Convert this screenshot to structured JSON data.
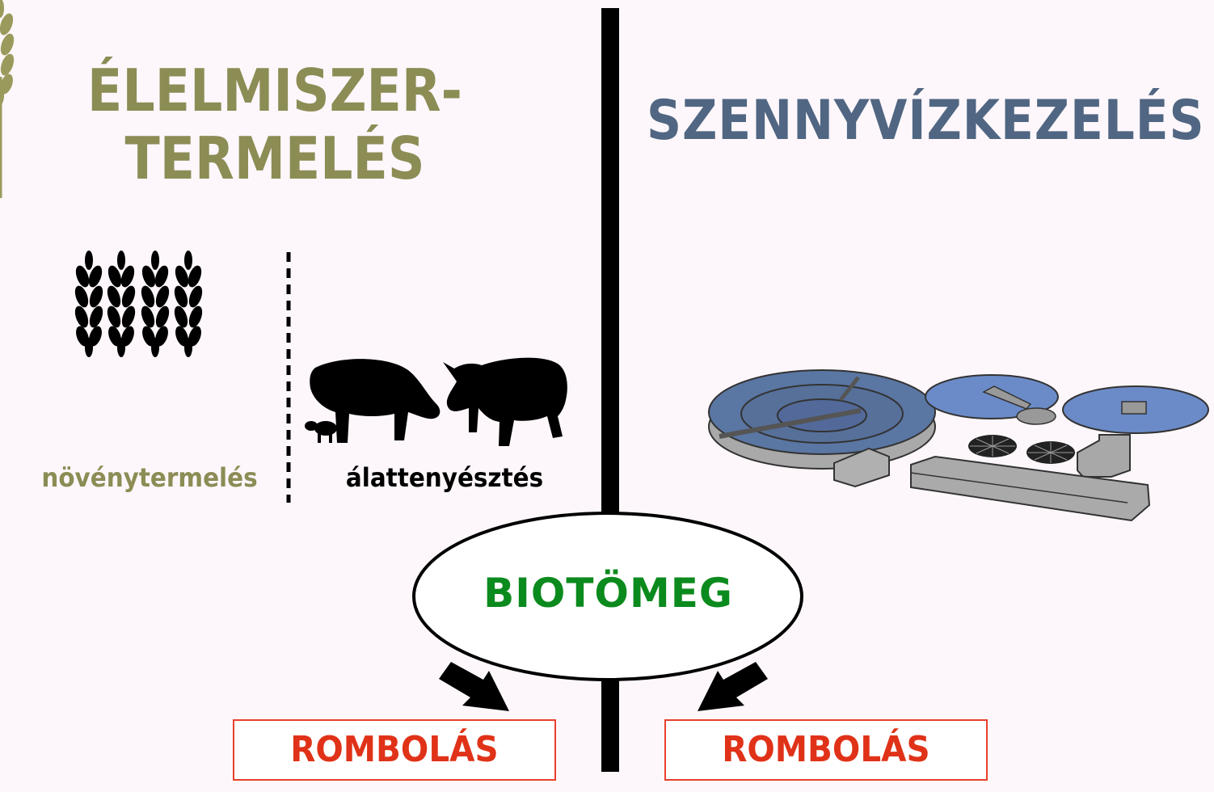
{
  "left_section": {
    "title_line1": "ÉLELMISZER-",
    "title_line2": "TERMELÉS",
    "plant_label": "növénytermelés",
    "animal_label": "álattenyésztés"
  },
  "right_section": {
    "title": "SZENNYVÍZKEZELÉS"
  },
  "center": {
    "label": "BIOTÖMEG"
  },
  "outcomes": [
    {
      "label": "ROMBOLÁS"
    },
    {
      "label": "ROMBOLÁS"
    }
  ],
  "colors": {
    "olive": "#8c8c55",
    "slate": "#506682",
    "green": "#0b8a1d",
    "red": "#e03218"
  },
  "icons": [
    "wheat-icon",
    "pig-icon",
    "wastewater-plant-icon",
    "arrow-down-icon"
  ]
}
